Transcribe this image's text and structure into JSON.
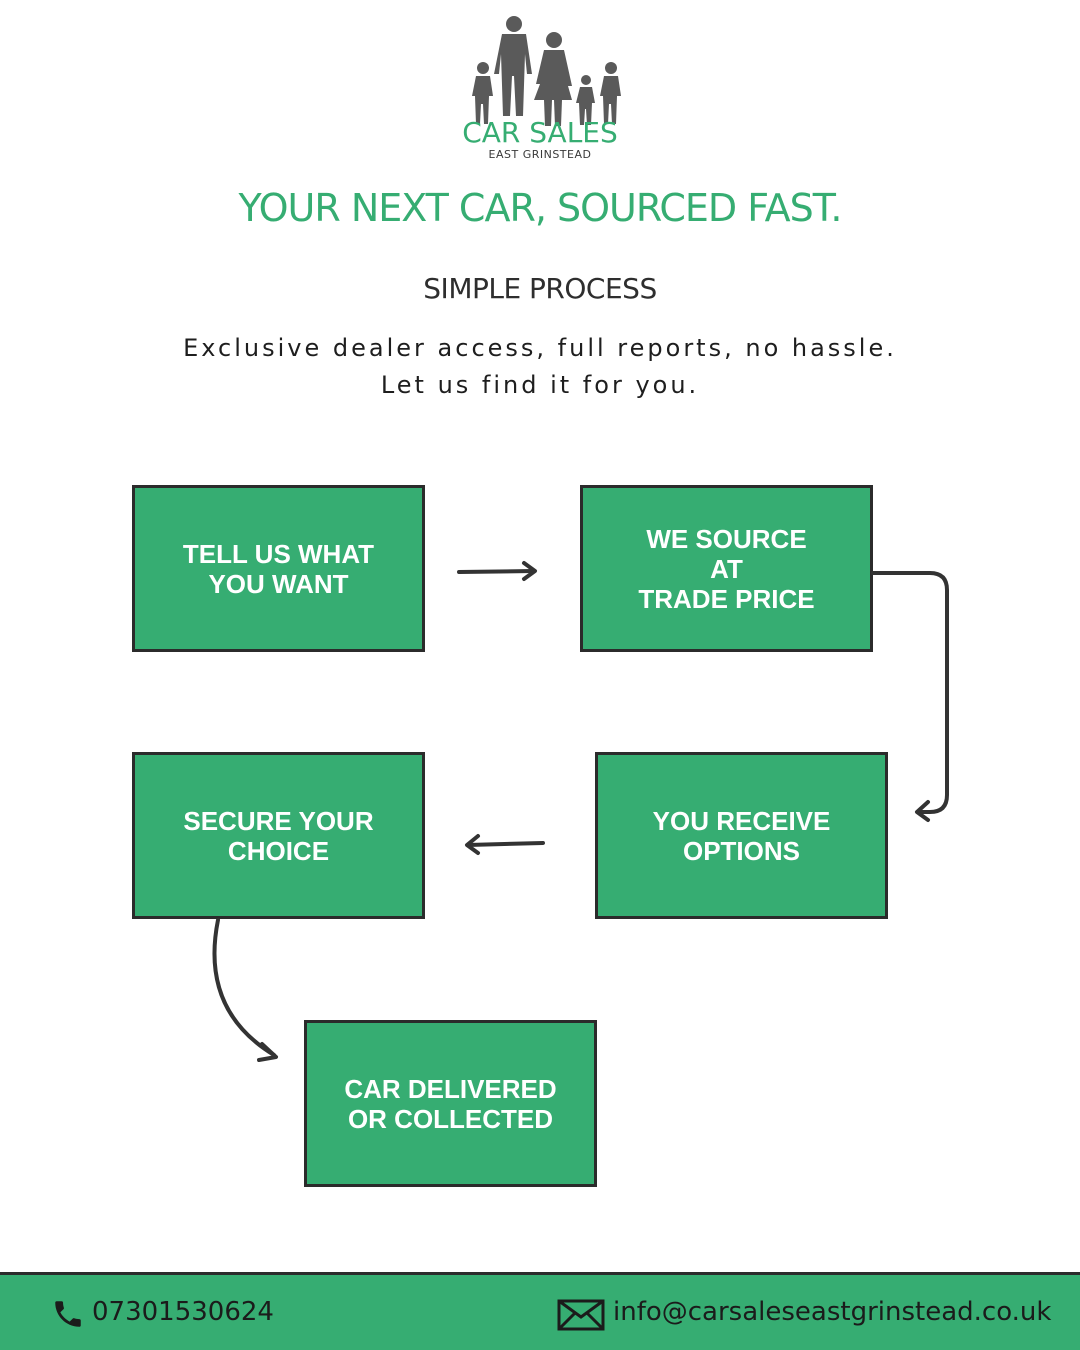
{
  "brand": {
    "name": "CAR SALES",
    "location": "EAST GRINSTEAD",
    "logo_icon": "family-silhouette-icon"
  },
  "headline": "YOUR NEXT CAR, SOURCED FAST.",
  "subheading": "SIMPLE PROCESS",
  "tagline": {
    "line1": "Exclusive dealer access, full reports, no hassle.",
    "line2": "Let us find it for you."
  },
  "steps": [
    {
      "label": "TELL US WHAT\nYOU WANT"
    },
    {
      "label": "WE SOURCE\nAT\nTRADE PRICE"
    },
    {
      "label": "YOU RECEIVE\nOPTIONS"
    },
    {
      "label": "SECURE YOUR\nCHOICE"
    },
    {
      "label": "CAR DELIVERED\nOR COLLECTED"
    }
  ],
  "footer": {
    "phone": "07301530624",
    "phone_icon": "phone-icon",
    "email": "info@carsaleseastgrinstead.co.uk",
    "email_icon": "envelope-icon"
  },
  "colors": {
    "brand_green": "#36ad72",
    "dark": "#2b2b2b",
    "white": "#ffffff"
  }
}
